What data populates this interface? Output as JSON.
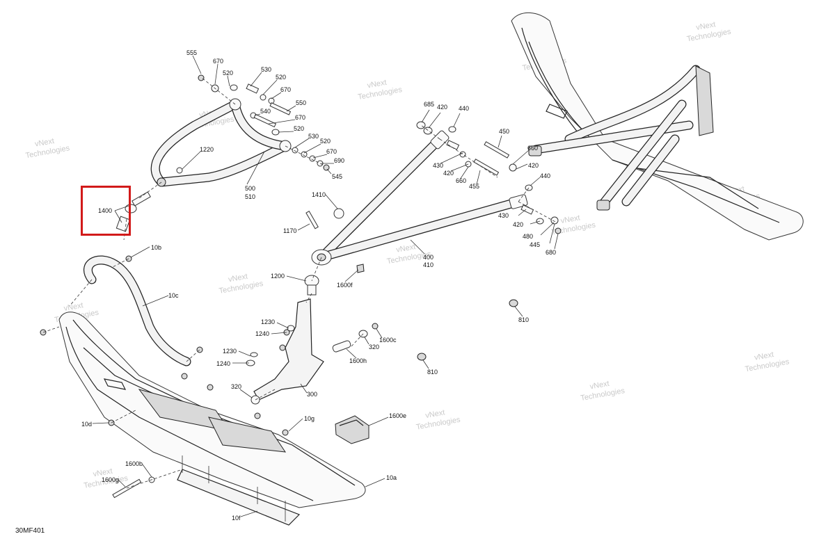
{
  "document_id": "30MF401",
  "watermark_text": [
    "vNext",
    "Technologies"
  ],
  "highlight_color": "#d21a1a",
  "callout_labels": {
    "l555": "555",
    "l670a": "670",
    "l520a": "520",
    "l530a": "530",
    "l520b": "520",
    "l670b": "670",
    "l550": "550",
    "l540": "540",
    "l670c": "670",
    "l520c": "520",
    "l530b": "530",
    "l520d": "520",
    "l670d": "670",
    "l690": "690",
    "l545": "545",
    "l1220": "1220",
    "l500": "500",
    "l510": "510",
    "l1400": "1400",
    "l685": "685",
    "l420a": "420",
    "l440a": "440",
    "l450": "450",
    "l660a": "660",
    "l420b": "420",
    "l430a": "430",
    "l420c": "420",
    "l660b": "660",
    "l455": "455",
    "l440b": "440",
    "l430b": "430",
    "l420d": "420",
    "l480": "480",
    "l445": "445",
    "l680": "680",
    "l400": "400",
    "l410": "410",
    "l1410": "1410",
    "l1170": "1170",
    "l1200": "1200",
    "l1600f": "1600f",
    "l810a": "810",
    "l10b": "10b",
    "l10c": "10c",
    "l1230a": "1230",
    "l1240a": "1240",
    "l1230b": "1230",
    "l1240b": "1240",
    "l320a": "320",
    "l1600c": "1600c",
    "l1600h": "1600h",
    "l810b": "810",
    "l300": "300",
    "l320b": "320",
    "l10d": "10d",
    "l10g": "10g",
    "l1600e": "1600e",
    "l1600b": "1600b",
    "l1600g": "1600g",
    "l10a": "10a",
    "l10f": "10f"
  }
}
